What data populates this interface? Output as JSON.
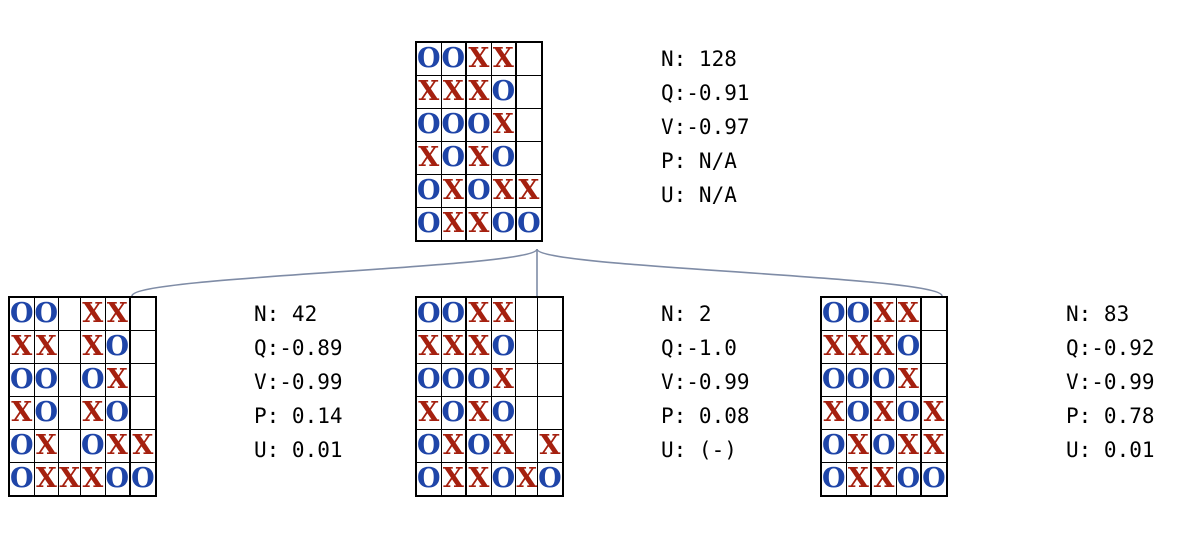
{
  "tree": {
    "root": {
      "board": [
        [
          "O",
          "O",
          "",
          "X",
          "X",
          "",
          ""
        ],
        [
          "X",
          "X",
          "",
          "X",
          "O",
          "",
          ""
        ],
        [
          "O",
          "O",
          "",
          "O",
          "X",
          "",
          ""
        ],
        [
          "X",
          "O",
          "",
          "X",
          "O",
          "",
          ""
        ],
        [
          "O",
          "X",
          "",
          "O",
          "X",
          "",
          "X"
        ],
        [
          "O",
          "X",
          "",
          "X",
          "O",
          "",
          "O"
        ]
      ],
      "stats": [
        "N: 128",
        "Q:-0.91",
        "V:-0.97",
        "P: N/A",
        "U: N/A"
      ]
    },
    "children": [
      {
        "board": [
          [
            "O",
            "O",
            "",
            "X",
            "X",
            "",
            ""
          ],
          [
            "X",
            "X",
            "",
            "X",
            "O",
            "",
            ""
          ],
          [
            "O",
            "O",
            "",
            "O",
            "X",
            "",
            ""
          ],
          [
            "X",
            "O",
            "",
            "X",
            "O",
            "",
            ""
          ],
          [
            "O",
            "X",
            "",
            "O",
            "X",
            "",
            "X"
          ],
          [
            "O",
            "X",
            "X",
            "X",
            "O",
            "",
            "O"
          ]
        ],
        "stats": [
          "N: 42",
          "Q:-0.89",
          "V:-0.99",
          "P: 0.14",
          "U: 0.01"
        ]
      },
      {
        "board": [
          [
            "O",
            "O",
            "",
            "X",
            "X",
            "",
            ""
          ],
          [
            "X",
            "X",
            "",
            "X",
            "O",
            "",
            ""
          ],
          [
            "O",
            "O",
            "",
            "O",
            "X",
            "",
            ""
          ],
          [
            "X",
            "O",
            "",
            "X",
            "O",
            "",
            ""
          ],
          [
            "O",
            "X",
            "",
            "O",
            "X",
            "",
            "X"
          ],
          [
            "O",
            "X",
            "",
            "X",
            "O",
            "X",
            "O"
          ]
        ],
        "stats": [
          "N: 2",
          "Q:-1.0",
          "V:-0.99",
          "P: 0.08",
          "U: (-)"
        ]
      },
      {
        "board": [
          [
            "O",
            "O",
            "",
            "X",
            "X",
            "",
            ""
          ],
          [
            "X",
            "X",
            "",
            "X",
            "O",
            "",
            ""
          ],
          [
            "O",
            "O",
            "",
            "O",
            "X",
            "",
            ""
          ],
          [
            "X",
            "O",
            "",
            "X",
            "O",
            "",
            "X"
          ],
          [
            "O",
            "X",
            "",
            "O",
            "X",
            "",
            "X"
          ],
          [
            "O",
            "X",
            "",
            "X",
            "O",
            "",
            "O"
          ]
        ],
        "stats": [
          "N: 83",
          "Q:-0.92",
          "V:-0.99",
          "P: 0.78",
          "U: 0.01"
        ]
      }
    ]
  },
  "colors": {
    "x_piece": "#a5200f",
    "o_piece": "#1f45a8",
    "edge": "#7f8ca6"
  }
}
